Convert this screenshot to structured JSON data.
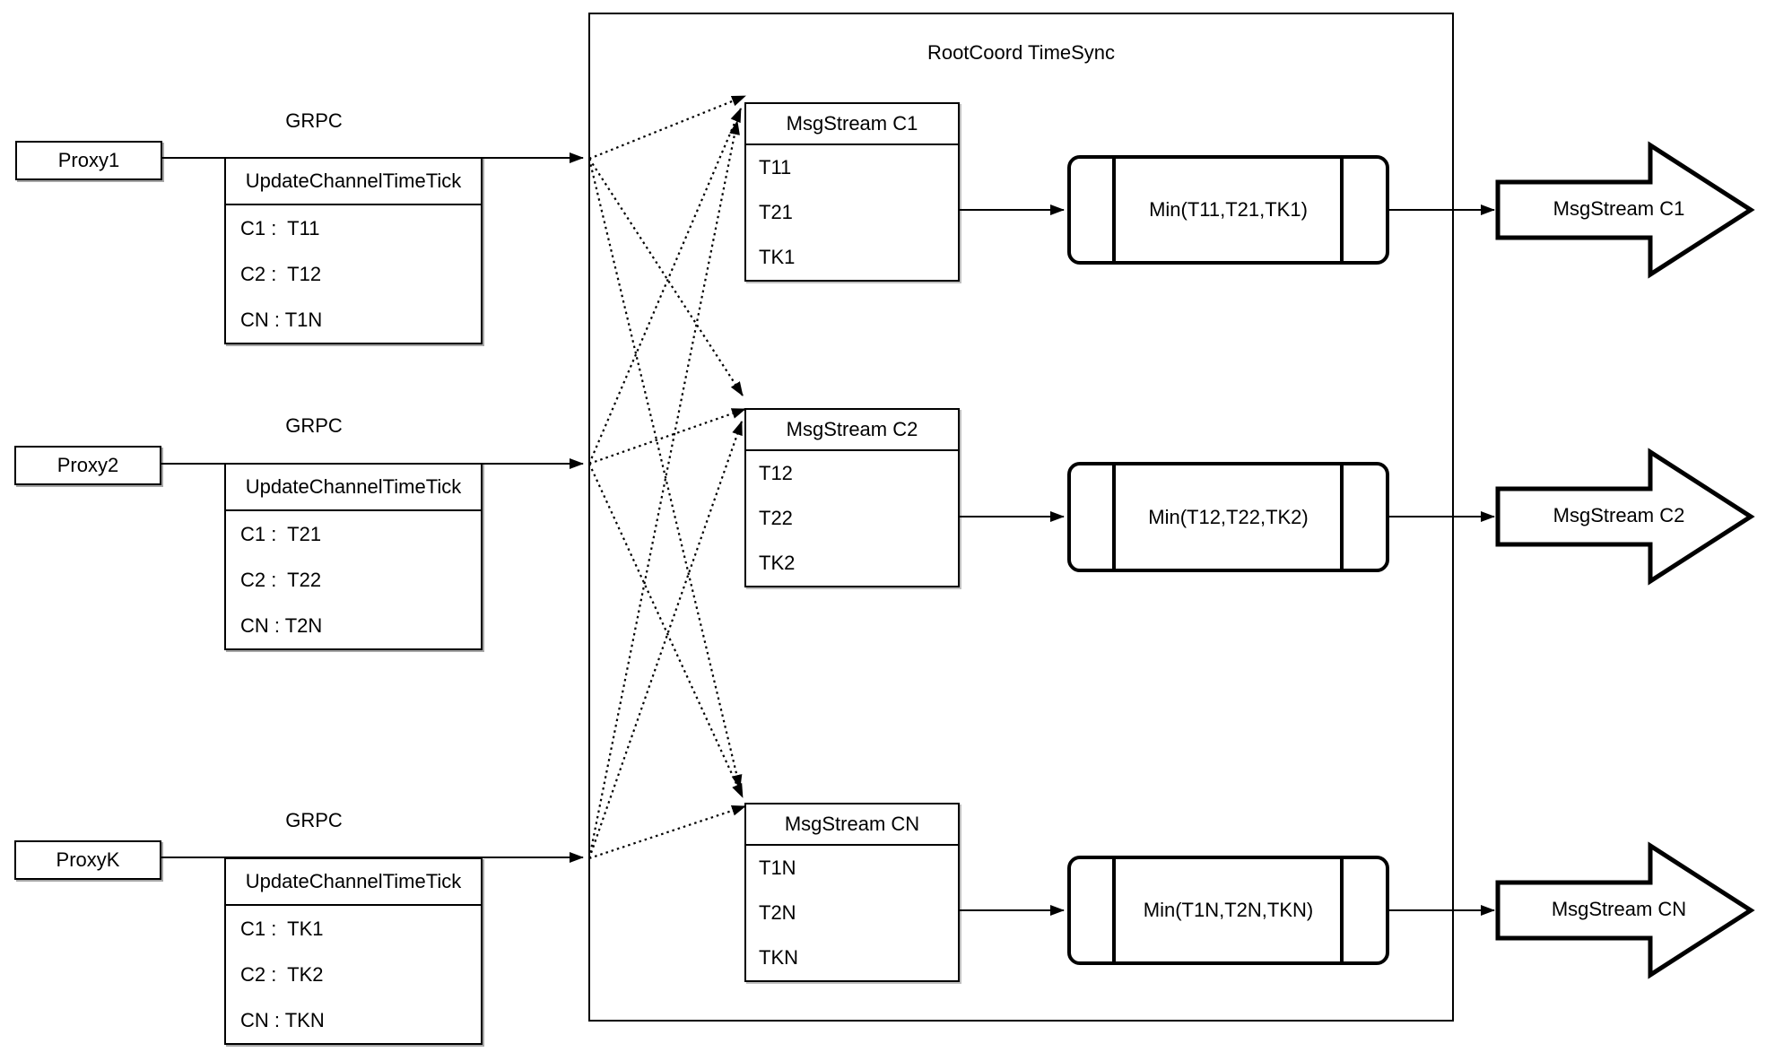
{
  "diagram": {
    "title": "RootCoord TimeSync",
    "colors": {
      "stroke": "#000000",
      "background": "#ffffff"
    },
    "proxies": [
      {
        "name": "Proxy1",
        "grpc_label": "GRPC",
        "table_header": "UpdateChannelTimeTick",
        "rows": [
          "C1 :  T11",
          "C2 :  T12",
          "CN : T1N"
        ]
      },
      {
        "name": "Proxy2",
        "grpc_label": "GRPC",
        "table_header": "UpdateChannelTimeTick",
        "rows": [
          "C1 :  T21",
          "C2 :  T22",
          "CN : T2N"
        ]
      },
      {
        "name": "ProxyK",
        "grpc_label": "GRPC",
        "table_header": "UpdateChannelTimeTick",
        "rows": [
          "C1 :  TK1",
          "C2 :  TK2",
          "CN : TKN"
        ]
      }
    ],
    "streams": [
      {
        "header": "MsgStream C1",
        "values": [
          "T11",
          "T21",
          "TK1"
        ],
        "min_label": "Min(T11,T21,TK1)",
        "output_label": "MsgStream C1"
      },
      {
        "header": "MsgStream C2",
        "values": [
          "T12",
          "T22",
          "TK2"
        ],
        "min_label": "Min(T12,T22,TK2)",
        "output_label": "MsgStream C2"
      },
      {
        "header": "MsgStream CN",
        "values": [
          "T1N",
          "T2N",
          "TKN"
        ],
        "min_label": "Min(T1N,T2N,TKN)",
        "output_label": "MsgStream CN"
      }
    ]
  }
}
